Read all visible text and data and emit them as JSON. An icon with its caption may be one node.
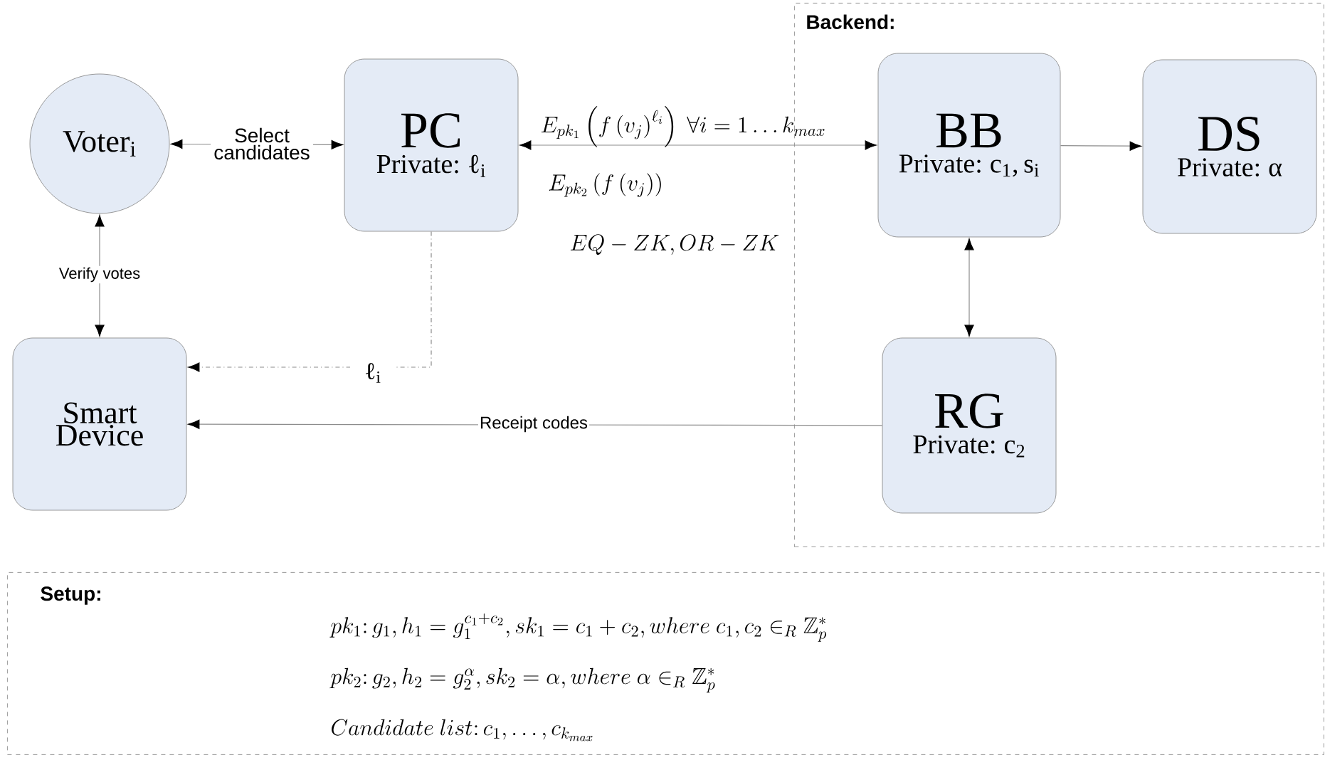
{
  "diagram": {
    "nodes": [
      {
        "text": [
          "Backend:"
        ]
      },
      {
        "text": [
          "Voter$_{i}$"
        ]
      },
      {
        "text": [
          "PC",
          "Private: ℓ$_{i}$"
        ]
      },
      {
        "text": [
          "Smart Device"
        ]
      },
      {
        "text": [
          "BB",
          "Private: c$_{1}$, s$_{i}$"
        ],
        "in": 0
      },
      {
        "text": [
          "DS",
          "Private: α"
        ],
        "in": 0
      },
      {
        "text": [
          "RG",
          "Private: c$_{2}$"
        ],
        "in": 0
      },
      {
        "text": [
          "Setup:",
          "pk_1\\colon g_1, h_1 = g_1^{c_1+c_2}, sk_1 = c_1 + c_2, where\\ c_1, c_2 \\in_R \\mathbb{Z}_p^*",
          "pk_2\\colon g_2, h_2 = g_2^{\\alpha}, sk_2 = \\alpha, where\\ \\alpha \\in_R \\mathbb{Z}_p^*",
          "Candidate\\ list\\colon c_1, \\ldots, c_{k_{max}}"
        ]
      }
    ],
    "edges": [
      {
        "from": 1,
        "to": 2,
        "arrow": "both",
        "label": "Select candidates"
      },
      {
        "from": 1,
        "to": 3,
        "arrow": "both",
        "label": "Verify votes"
      },
      {
        "from": 2,
        "to": 3,
        "arrow": "to",
        "style": "dashed",
        "label": "ℓ$_{i}$"
      },
      {
        "from": 4,
        "to": 2,
        "arrow": "both",
        "label": "E_{pk_1}\\left(f\\left(v_j\\right)^{\\ell_i}\\right)\\ \\forall i = 1 \\ldots k_{max}"
      },
      {
        "from": 4,
        "to": 5,
        "arrow": "to"
      },
      {
        "from": 4,
        "to": 6,
        "arrow": "both"
      },
      {
        "from": 6,
        "to": 3,
        "arrow": "to",
        "label": "Receipt codes"
      }
    ],
    "labels": [
      "E_{pk_2}\\left(f\\left(v_j\\right)\\right)",
      "EQ-ZK, OR-ZK"
    ]
  }
}
